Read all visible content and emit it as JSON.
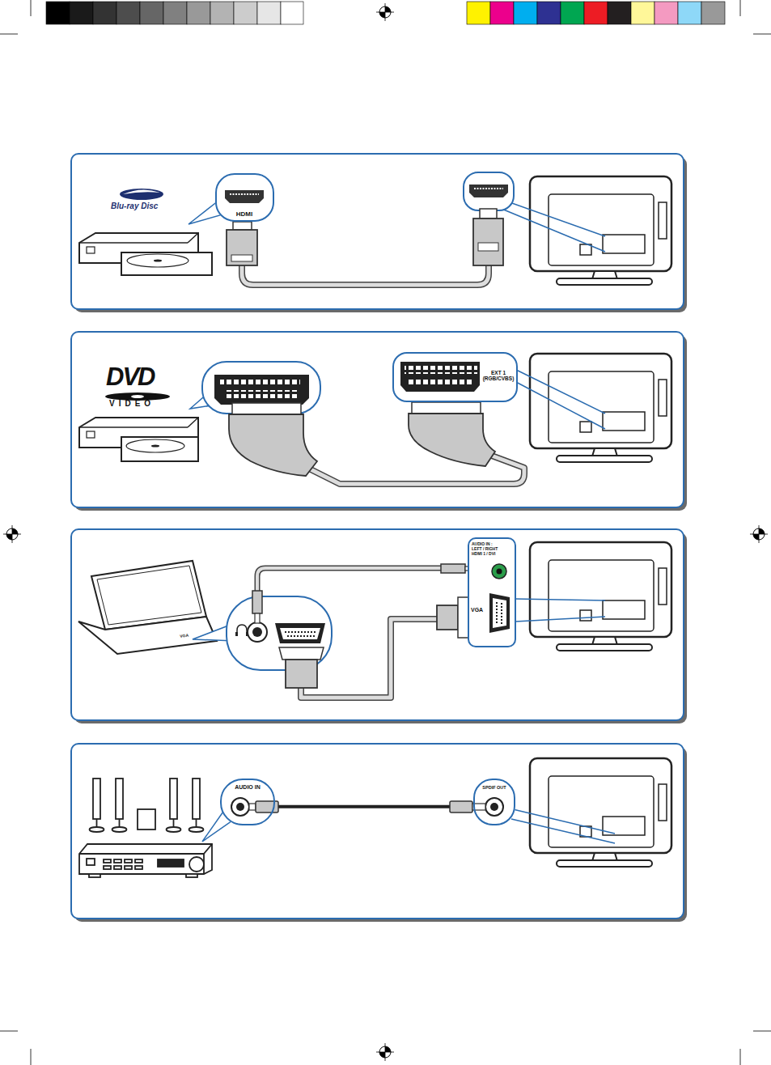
{
  "diagram": {
    "nodes": [
      {
        "text": [
          "HDMI"
        ]
      },
      {
        "text": [
          "EXT 1 (RGB/CVBS)"
        ]
      },
      {
        "text": [
          "AUDIO IN : LEFT / RIGHT HDMI 1 / DVI",
          "VGA"
        ]
      },
      {
        "text": [
          "AUDIO IN"
        ]
      },
      {
        "text": [
          "SPDIF OUT"
        ]
      }
    ],
    "edges": [
      {
        "from": 3,
        "to": 4,
        "arrow": "none"
      }
    ],
    "labels": [
      "Blu-ray Disc",
      "DVD",
      "VIDEO",
      "VGA"
    ]
  }
}
